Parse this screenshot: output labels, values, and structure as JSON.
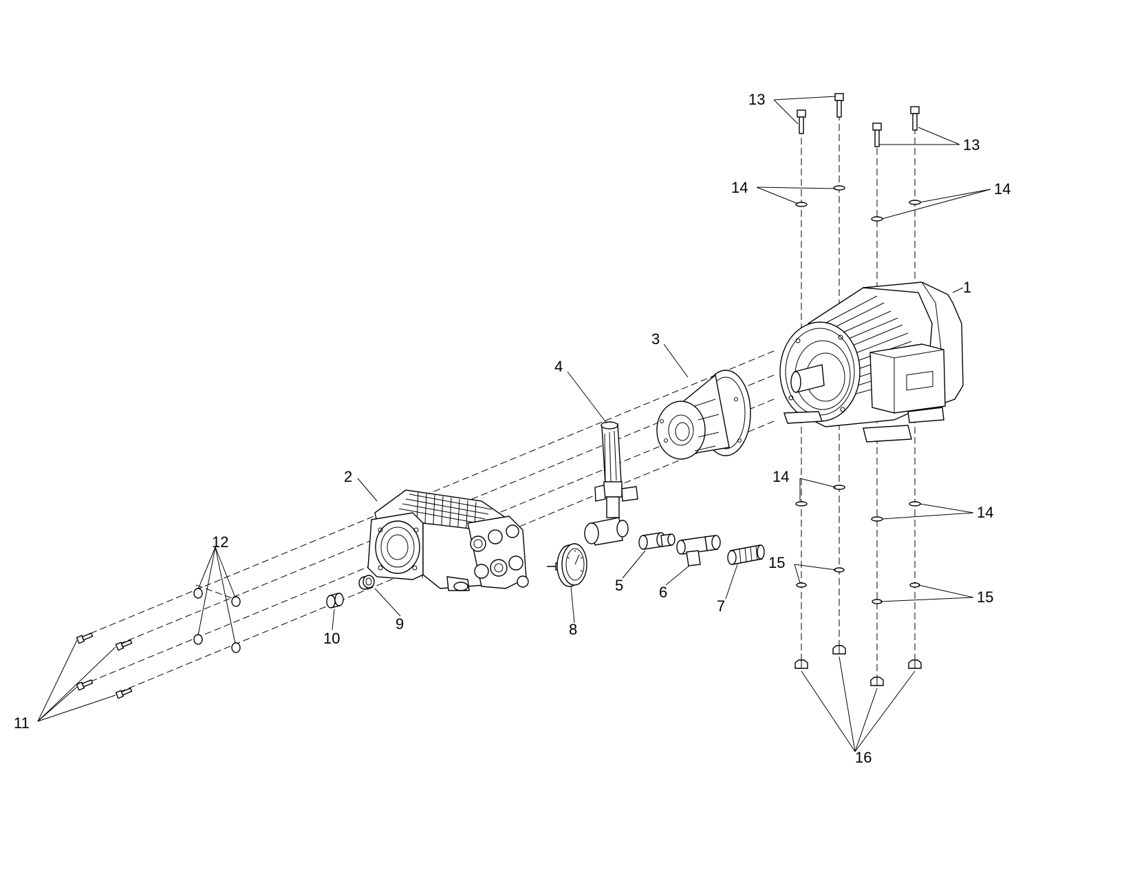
{
  "labels": {
    "l1": "1",
    "l2": "2",
    "l3": "3",
    "l4": "4",
    "l5": "5",
    "l6": "6",
    "l7": "7",
    "l8": "8",
    "l9": "9",
    "l10": "10",
    "l11": "11",
    "l12": "12",
    "l13a": "13",
    "l13b": "13",
    "l14a": "14",
    "l14b": "14",
    "l14c": "14",
    "l14d": "14",
    "l15a": "15",
    "l15b": "15",
    "l16": "16"
  }
}
